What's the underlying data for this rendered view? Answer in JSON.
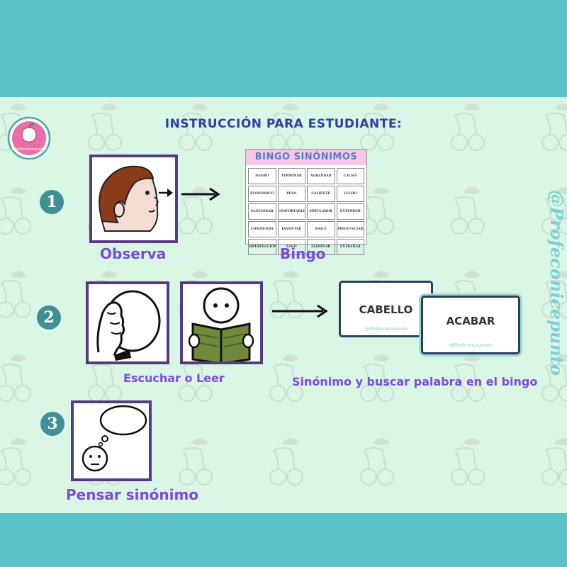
{
  "title": "INSTRUCCIÓN PARA ESTUDIANTE:",
  "logo": {
    "text": "Profeconicepunto",
    "color": "#ea6fa8"
  },
  "watermark": "@Profeconicepunto",
  "steps": [
    {
      "number": "1",
      "label": "Observa",
      "target_label": "Bingo"
    },
    {
      "number": "2",
      "label": "Escuchar o Leer",
      "target_label": "Sinónimo y buscar palabra en el bingo"
    },
    {
      "number": "3",
      "label": "Pensar sinónimo"
    }
  ],
  "bingo": {
    "title": "BINGO SINÓNIMOS",
    "cells": [
      "NEGRO",
      "TERMINAR",
      "AGRANDAR",
      "CALMA",
      "ECONÓMICO",
      "PELO",
      "CALIENTE",
      "LECHO",
      "SANCIONAR",
      "CONFORTABLE",
      "SIMULADOR",
      "EXTENDER",
      "CONTIENDA",
      "INVENTAR",
      "BAILE",
      "PRONUNCIAR",
      "IMPERFECCIÓN",
      "LOCO",
      "ELIMINAR",
      "EXTRAÑAR"
    ]
  },
  "cards": [
    {
      "word": "CABELLO",
      "watermark": "@Profeconicepunto"
    },
    {
      "word": "ACABAR",
      "watermark": "@Profeconicepunto"
    }
  ],
  "icons": [
    "face-looking-icon",
    "arrow-right-icon",
    "listening-head-icon",
    "reading-person-icon",
    "thinking-person-icon",
    "cherry-pattern"
  ],
  "colors": {
    "band": "#5bc2ca",
    "panel": "#d9f5e3",
    "title": "#2f3fa8",
    "label": "#7e4be0",
    "frame": "#553b86",
    "number_circle": "#3f8f95",
    "bingo_header": "#f6c7e6"
  }
}
